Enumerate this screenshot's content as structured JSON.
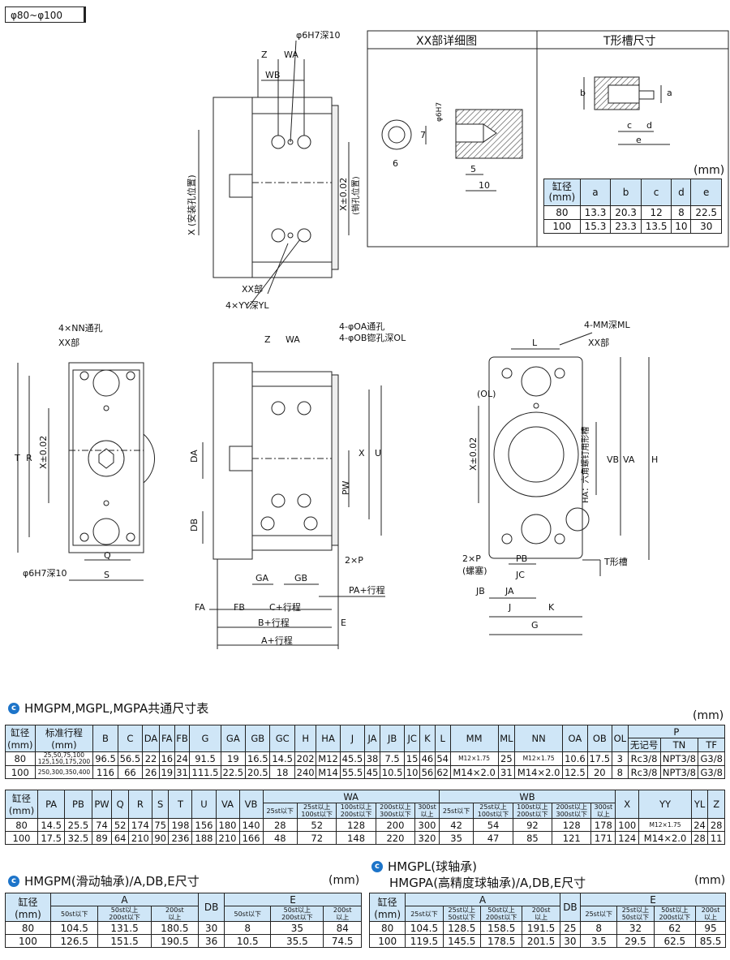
{
  "range_tag": "φ80~φ100",
  "drawing": {
    "top_view": {
      "dims": [
        "Z",
        "WA",
        "WB",
        "φ6H7深10"
      ],
      "left_label": "X (安装孔位置)",
      "right_label": "X±0.02",
      "right_label_sub": "(销孔位置)",
      "callouts": [
        "XX部",
        "4×YY深YL"
      ]
    },
    "detail_box": {
      "xx_title": "XX部详细图",
      "t_title": "T形槽尺寸",
      "xx_dims": [
        "φ6H7",
        "7",
        "6",
        "5",
        "10"
      ],
      "t_dims": [
        "b",
        "a",
        "c",
        "d",
        "e"
      ]
    },
    "front_view": {
      "dims": [
        "T",
        "R",
        "X±0.02",
        "Q",
        "S"
      ],
      "callouts": [
        "4×NN通孔",
        "XX部",
        "φ6H7深10"
      ]
    },
    "side_view": {
      "dims": [
        "Z",
        "WA",
        "DA",
        "DB",
        "X",
        "U",
        "PW",
        "GA",
        "GB",
        "FA",
        "FB",
        "C+行程",
        "B+行程",
        "A+行程",
        "E",
        "PA+行程"
      ],
      "callouts": [
        "4-φOA通孔",
        "4-φOB锪孔深OL",
        "2×P"
      ]
    },
    "end_view": {
      "dims": [
        "L",
        "(OL)",
        "X±0.02",
        "VB",
        "VA",
        "H",
        "PB",
        "JC",
        "JB",
        "JA",
        "J",
        "K",
        "G"
      ],
      "callouts": [
        "4-MM深ML",
        "XX部",
        "HA：六角螺钉用形槽",
        "2×P",
        "(螺塞)",
        "T形槽"
      ]
    }
  },
  "tslot_table": {
    "unit": "(mm)",
    "headers": [
      "缸径\n(mm)",
      "a",
      "b",
      "c",
      "d",
      "e"
    ],
    "rows": [
      [
        "80",
        "13.3",
        "20.3",
        "12",
        "8",
        "22.5"
      ],
      [
        "100",
        "15.3",
        "23.3",
        "13.5",
        "10",
        "30"
      ]
    ]
  },
  "common_table": {
    "title": "HMGPM,MGPL,MGPA共通尺寸表",
    "unit": "(mm)",
    "t1_headers": [
      "缸径\n(mm)",
      "标准行程\n(mm)",
      "B",
      "C",
      "DA",
      "FA",
      "FB",
      "G",
      "GA",
      "GB",
      "GC",
      "H",
      "HA",
      "J",
      "JA",
      "JB",
      "JC",
      "K",
      "L",
      "MM",
      "ML",
      "NN",
      "OA",
      "OB",
      "OL",
      "P"
    ],
    "p_sub": [
      "无记号",
      "TN",
      "TF"
    ],
    "t1_rows": [
      [
        "80",
        "25,50,75,100\n125,150,175,200",
        "96.5",
        "56.5",
        "22",
        "16",
        "24",
        "91.5",
        "19",
        "16.5",
        "14.5",
        "202",
        "M12",
        "45.5",
        "38",
        "7.5",
        "15",
        "46",
        "54",
        "M12×1.75",
        "25",
        "M12×1.75",
        "10.6",
        "17.5",
        "3",
        "Rc3/8",
        "NPT3/8",
        "G3/8"
      ],
      [
        "100",
        "250,300,350,400",
        "116",
        "66",
        "26",
        "19",
        "31",
        "111.5",
        "22.5",
        "20.5",
        "18",
        "240",
        "M14",
        "55.5",
        "45",
        "10.5",
        "10",
        "56",
        "62",
        "M14×2.0",
        "31",
        "M14×2.0",
        "12.5",
        "20",
        "8",
        "Rc3/8",
        "NPT3/8",
        "G3/8"
      ]
    ],
    "t2_headers": [
      "缸径\n(mm)",
      "PA",
      "PB",
      "PW",
      "Q",
      "R",
      "S",
      "T",
      "U",
      "VA",
      "VB",
      "WA",
      "WB",
      "X",
      "YY",
      "YL",
      "Z"
    ],
    "t2_sub": [
      "25st以下",
      "25st以上\n100st以下",
      "100st以上\n200st以下",
      "200st以上\n300st以下",
      "300st\n以上"
    ],
    "t2_rows": [
      [
        "80",
        "14.5",
        "25.5",
        "74",
        "52",
        "174",
        "75",
        "198",
        "156",
        "180",
        "140",
        "28",
        "52",
        "128",
        "200",
        "300",
        "42",
        "54",
        "92",
        "128",
        "178",
        "100",
        "M12×1.75",
        "24",
        "28"
      ],
      [
        "100",
        "17.5",
        "32.5",
        "89",
        "64",
        "210",
        "90",
        "236",
        "188",
        "210",
        "166",
        "48",
        "72",
        "148",
        "220",
        "320",
        "35",
        "47",
        "85",
        "121",
        "171",
        "124",
        "M14×2.0",
        "28",
        "11"
      ]
    ]
  },
  "hmgpm_table": {
    "title": "HMGPM(滑动轴承)/A,DB,E尺寸",
    "unit": "(mm)",
    "headers": [
      "缸径\n(mm)",
      "A",
      "DB",
      "E"
    ],
    "sub": [
      "50st以下",
      "50st以上\n200st以下",
      "200st\n以上",
      "50st以下",
      "50st以上\n200st以下",
      "200st\n以上"
    ],
    "rows": [
      [
        "80",
        "104.5",
        "131.5",
        "180.5",
        "30",
        "8",
        "35",
        "84"
      ],
      [
        "100",
        "126.5",
        "151.5",
        "190.5",
        "36",
        "10.5",
        "35.5",
        "74.5"
      ]
    ]
  },
  "hmgpl_table": {
    "title1": "HMGPL(球轴承)",
    "title2": "HMGPA(高精度球轴承)/A,DB,E尺寸",
    "unit": "(mm)",
    "headers": [
      "缸径\n(mm)",
      "A",
      "DB",
      "E"
    ],
    "sub": [
      "25st以下",
      "25st以上\n50st以下",
      "50st以上\n200st以下",
      "200st\n以上",
      "25st以下",
      "25st以上\n50st以下",
      "50st以上\n200st以下",
      "200st\n以上"
    ],
    "rows": [
      [
        "80",
        "104.5",
        "128.5",
        "158.5",
        "191.5",
        "25",
        "8",
        "32",
        "62",
        "95"
      ],
      [
        "100",
        "119.5",
        "145.5",
        "178.5",
        "201.5",
        "30",
        "3.5",
        "29.5",
        "62.5",
        "85.5"
      ]
    ]
  }
}
